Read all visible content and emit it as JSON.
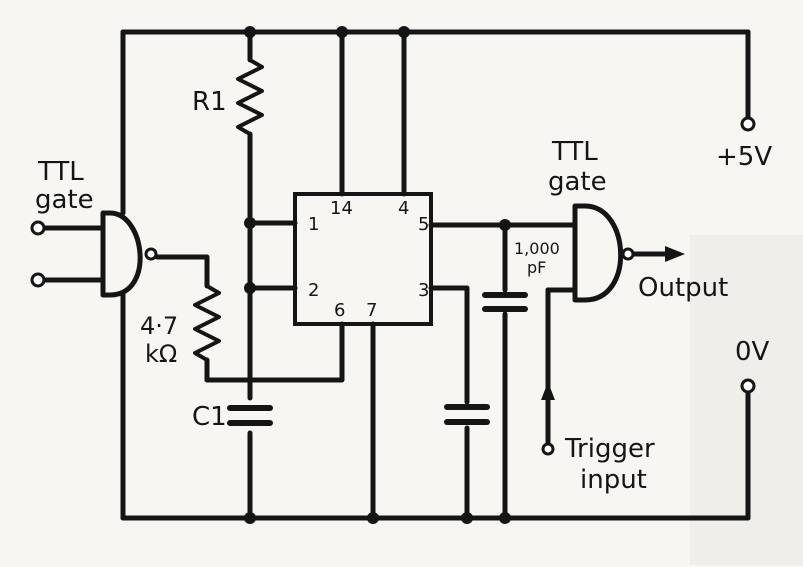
{
  "labels": {
    "ttl_gate_left_line1": "TTL",
    "ttl_gate_left_line2": "gate",
    "ttl_gate_right_line1": "TTL",
    "ttl_gate_right_line2": "gate",
    "r1": "R1",
    "c1": "C1",
    "resistor_value_line1": "4·7",
    "resistor_value_line2": "kΩ",
    "cap_value_line1": "1,000",
    "cap_value_line2": "pF",
    "supply_pos": "+5V",
    "supply_zero": "0V",
    "output": "Output",
    "trigger_line1": "Trigger",
    "trigger_line2": "input"
  },
  "ic_pins": {
    "p1": "1",
    "p2": "2",
    "p3": "3",
    "p4": "4",
    "p5": "5",
    "p6": "6",
    "p7": "7",
    "p14": "14"
  }
}
